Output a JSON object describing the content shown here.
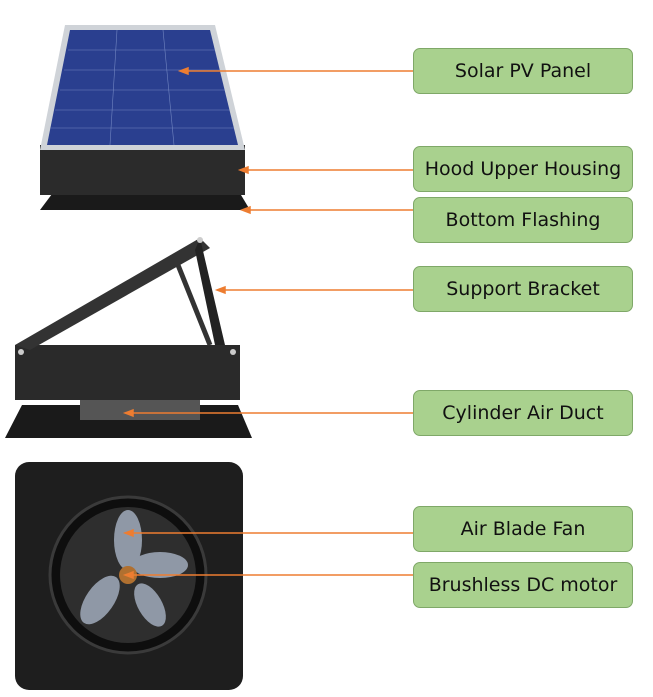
{
  "labels": [
    {
      "text": "Solar PV Panel"
    },
    {
      "text": "Hood Upper Housing"
    },
    {
      "text": "Bottom Flashing"
    },
    {
      "text": "Support Bracket"
    },
    {
      "text": "Cylinder Air Duct"
    },
    {
      "text": "Air Blade Fan"
    },
    {
      "text": "Brushless DC motor"
    }
  ],
  "colors": {
    "label_fill": "#a9d18e",
    "leader_line": "#ed7d31",
    "panel": "#2a3f8f"
  }
}
